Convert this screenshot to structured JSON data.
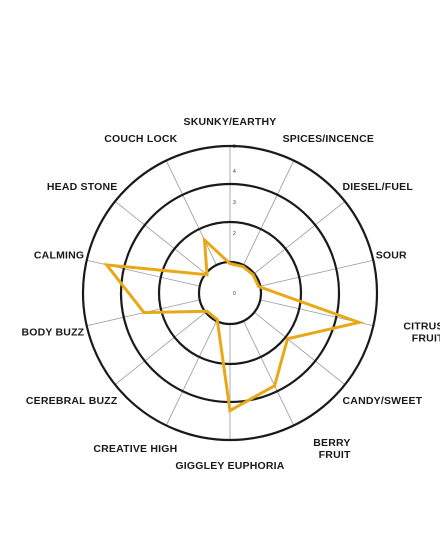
{
  "chart_data": {
    "type": "radar",
    "title": "",
    "scale_max": 5,
    "tick_labels": [
      "0",
      "1",
      "2",
      "3",
      "4",
      "5"
    ],
    "grid": true,
    "line_color": "#E8A817",
    "categories": [
      [
        "SKUNKY/EARTHY"
      ],
      [
        "SPICES/INCENCE"
      ],
      [
        "DIESEL/FUEL"
      ],
      [
        "SOUR"
      ],
      [
        "CITRUS",
        "FRUIT"
      ],
      [
        "CANDY/SWEET"
      ],
      [
        "BERRY",
        "FRUIT"
      ],
      [
        "GIGGLEY EUPHORIA"
      ],
      [
        "CREATIVE HIGH"
      ],
      [
        "CEREBRAL BUZZ"
      ],
      [
        "BODY BUZZ"
      ],
      [
        "CALMING"
      ],
      [
        "HEAD STONE"
      ],
      [
        "COUCH LOCK"
      ]
    ],
    "series": [
      {
        "name": "",
        "values": [
          1,
          1,
          1,
          1,
          4.5,
          2.5,
          3.5,
          4,
          1,
          1,
          3,
          4.3,
          1,
          2
        ]
      }
    ]
  }
}
